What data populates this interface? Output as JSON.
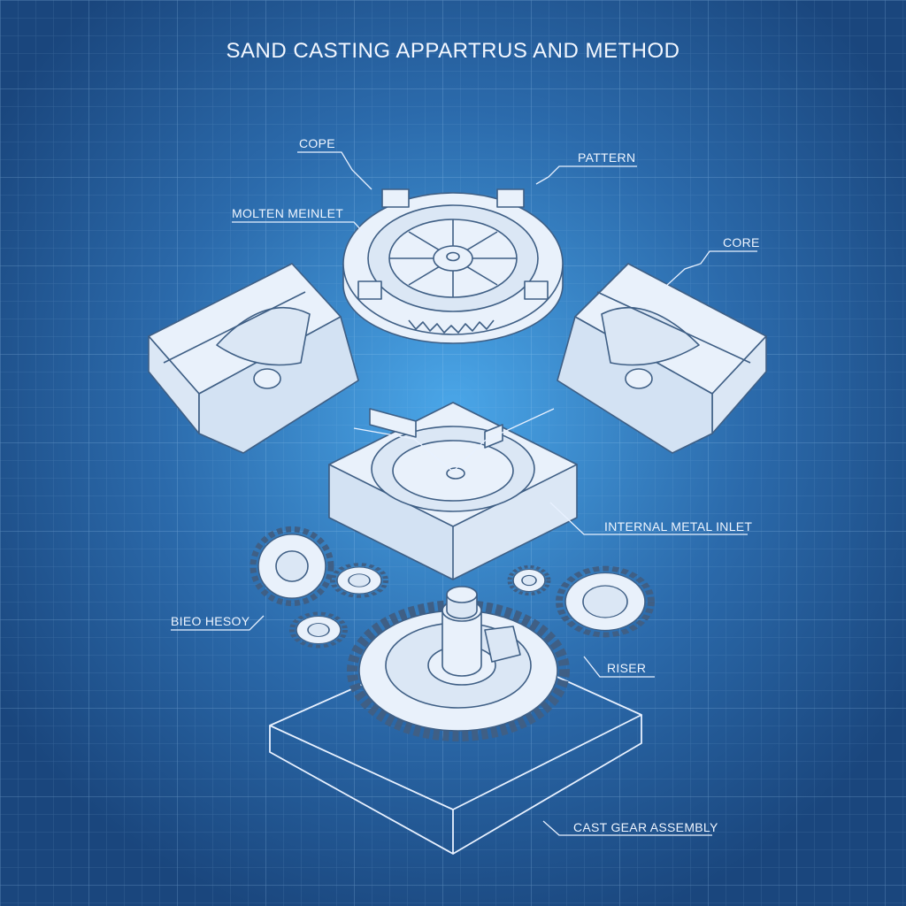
{
  "title": "SAND CASTING APPARTRUS AND METHOD",
  "labels": {
    "cope": "COPE",
    "pattern": "PATTERN",
    "molten": "MOLTEN MEINLET",
    "core": "CORE",
    "internal": "INTERNAL METAL INLET",
    "bieo": "BIEO HESOY",
    "riser": "RISER",
    "cast": "CAST GEAR ASSEMBLY"
  },
  "colors": {
    "background": "#1d4f8a",
    "glow": "#4aa6e8",
    "part_fill": "#e9f1fb",
    "part_stroke": "#3f5f85",
    "leader": "#e8f1ff"
  }
}
